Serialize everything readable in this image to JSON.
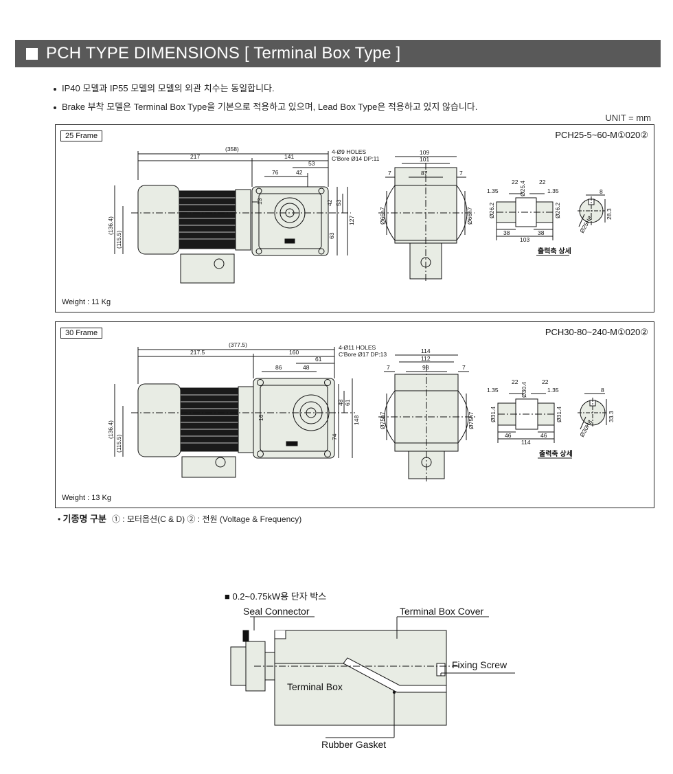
{
  "header": {
    "title": "PCH TYPE DIMENSIONS [ Terminal Box Type ]"
  },
  "notes": [
    "IP40 모델과 IP55 모델의 모델의 외관 치수는 동일합니다.",
    "Brake 부착 모델은 Terminal Box Type을 기본으로 적용하고 있으며, Lead Box Type은 적용하고 있지 않습니다."
  ],
  "unit": "UNIT = mm",
  "frames": [
    {
      "tag": "25 Frame",
      "model": "PCH25-5~60-M①020②",
      "weight": "Weight : 11 Kg",
      "dims": {
        "total": "(358)",
        "motor": "217",
        "head": "141",
        "d53": "53",
        "d76": "76",
        "d42": "42",
        "holes": "4-Ø9 HOLES",
        "cbore": "C'Bore Ø14 DP:11",
        "v136": "(136.4)",
        "v115": "(115.5)",
        "v13": "13",
        "v42": "42",
        "v53": "53",
        "v63": "63",
        "v127": "127",
        "w109": "109",
        "w101": "101",
        "w87": "87",
        "w7a": "7",
        "w7b": "7",
        "phi66a": "Ø66h7",
        "phi66b": "Ø66h7",
        "s135a": "1.35",
        "s22a": "22",
        "s25": "Ø25.4",
        "s22b": "22",
        "s135b": "1.35",
        "s26a": "Ø26.2",
        "s26b": "Ø26.2",
        "s38a": "38",
        "s38b": "38",
        "s103": "103",
        "k8": "8",
        "k28": "28.3",
        "kphi": "Ø25H8",
        "detail": "출력축 상세"
      }
    },
    {
      "tag": "30 Frame",
      "model": "PCH30-80~240-M①020②",
      "weight": "Weight : 13 Kg",
      "dims": {
        "total": "(377.5)",
        "motor": "217.5",
        "head": "160",
        "d61": "61",
        "d86": "86",
        "d48": "48",
        "holes": "4-Ø11 HOLES",
        "cbore": "C'Bore Ø17 DP:13",
        "v136": "(136.4)",
        "v115": "(115.5)",
        "v16": "16",
        "v48": "48",
        "v61": "61",
        "v74": "74",
        "v148": "148",
        "w114": "114",
        "w112": "112",
        "w98": "98",
        "w7a": "7",
        "w7b": "7",
        "phi75a": "Ø75h7",
        "phi75b": "Ø75h7",
        "s135a": "1.35",
        "s22a": "22",
        "s30": "Ø30.4",
        "s22b": "22",
        "s135b": "1.35",
        "s31a": "Ø31.4",
        "s31b": "Ø31.4",
        "s46a": "46",
        "s46b": "46",
        "s114": "114",
        "k8": "8",
        "k33": "33.3",
        "kphi": "Ø30H8",
        "detail": "출력축 상세"
      }
    }
  ],
  "legend": {
    "title": "기종명 구분",
    "text": "① : 모터옵션(C & D)  ② : 전원 (Voltage & Frequency)"
  },
  "terminal_box": {
    "title": "■ 0.2~0.75kW용 단자 박스",
    "seal": "Seal Connector",
    "cover": "Terminal Box Cover",
    "screw": "Fixing Screw",
    "box": "Terminal Box",
    "gasket": "Rubber Gasket"
  }
}
